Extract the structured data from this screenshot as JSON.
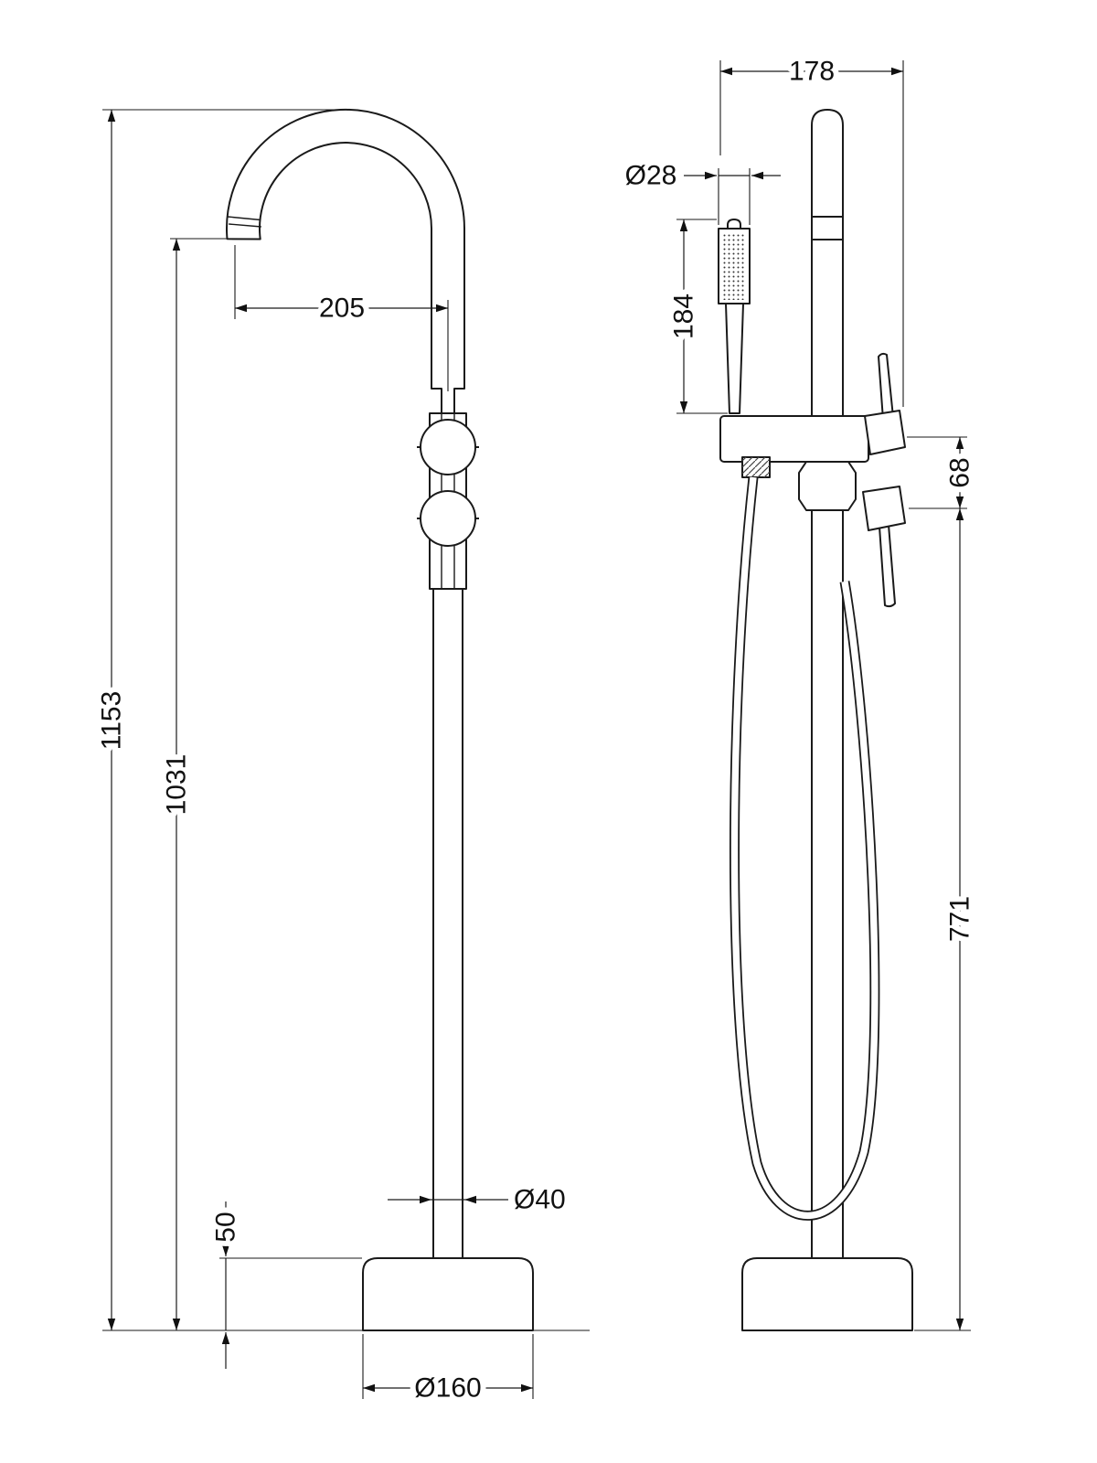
{
  "dimensions": {
    "front_view": {
      "overall_height": "1153",
      "spout_height": "1031",
      "spout_reach": "205",
      "base_plate_height": "50",
      "column_diameter": "Ø40",
      "base_plate_diameter": "Ø160"
    },
    "side_view": {
      "body_depth": "178",
      "handset_diameter": "Ø28",
      "handset_length": "184",
      "outlet_spacing": "68",
      "lower_height": "771"
    }
  },
  "colors": {
    "line": "#1a1a1a",
    "background": "#ffffff"
  }
}
